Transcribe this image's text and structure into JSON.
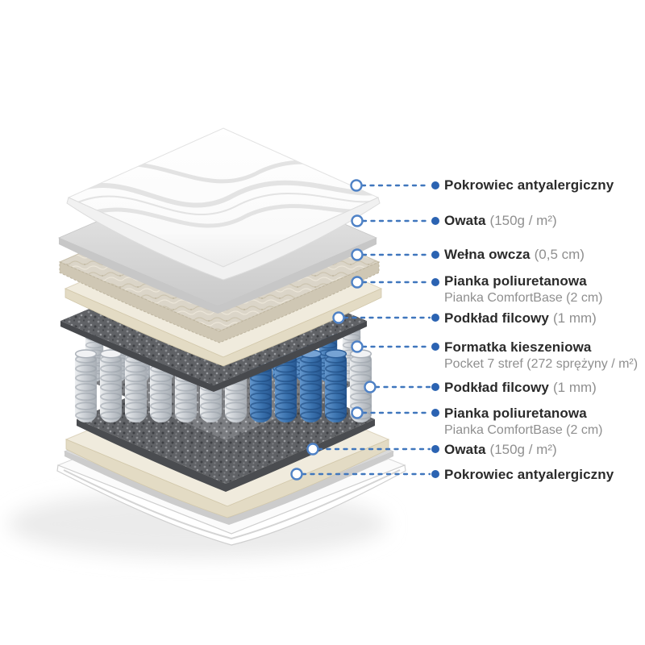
{
  "diagram_title": "",
  "layers": [
    {
      "name": "Pokrowiec antyalergiczny",
      "detail": "",
      "subline": ""
    },
    {
      "name": "Owata",
      "detail": "(150g / m²)",
      "subline": ""
    },
    {
      "name": "Wełna owcza",
      "detail": "(0,5 cm)",
      "subline": ""
    },
    {
      "name": "Pianka poliuretanowa",
      "detail": "",
      "subline": "Pianka ComfortBase (2 cm)"
    },
    {
      "name": "Podkład filcowy",
      "detail": "(1 mm)",
      "subline": ""
    },
    {
      "name": "Formatka kieszeniowa",
      "detail": "",
      "subline": "Pocket 7 stref (272 sprężyny / m²)"
    },
    {
      "name": "Podkład filcowy",
      "detail": "(1 mm)",
      "subline": ""
    },
    {
      "name": "Pianka poliuretanowa",
      "detail": "",
      "subline": "Pianka ComfortBase (2 cm)"
    },
    {
      "name": "Owata",
      "detail": "(150g / m²)",
      "subline": ""
    },
    {
      "name": "Pokrowiec antyalergiczny",
      "detail": "",
      "subline": ""
    }
  ],
  "colors": {
    "accent_blue": "#2f6cb5",
    "label_text": "#2a2a2a",
    "label_muted": "#8f8f8f",
    "spring_blue": "#3a72ae",
    "spring_gray": "#c7ccd2",
    "foam_cream": "#f0ebdd",
    "felt_gray": "#5d5f63",
    "wool_beige": "#dbd5c8",
    "background": "#ffffff"
  }
}
